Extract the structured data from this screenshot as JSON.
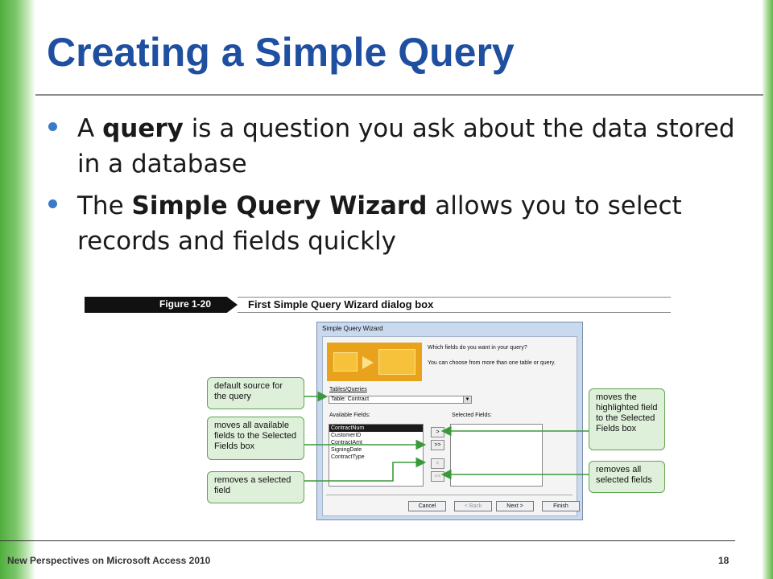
{
  "slide": {
    "title": "Creating a Simple Query",
    "bullets": [
      {
        "pre": "A ",
        "bold": "query",
        "post": " is a question you ask about the data stored in a database"
      },
      {
        "pre": "The ",
        "bold": "Simple Query Wizard",
        "post": " allows you to select records and fields quickly"
      }
    ]
  },
  "figure": {
    "number": "Figure 1-20",
    "title": "First Simple Query Wizard dialog box"
  },
  "dialog": {
    "title": "Simple Query Wizard",
    "question": "Which fields do you want in your query?",
    "hint": "You can choose from more than one table or query.",
    "tables_label": "Tables/Queries",
    "table_value": "Table: Contract",
    "available_label": "Available Fields:",
    "selected_label": "Selected Fields:",
    "available_fields": [
      "ContractNum",
      "CustomerID",
      "ContractAmt",
      "SigningDate",
      "ContractType"
    ],
    "move_buttons": {
      "one": ">",
      "all": ">>",
      "back_one": "<",
      "back_all": "<<"
    },
    "buttons": {
      "cancel": "Cancel",
      "back": "< Back",
      "next": "Next >",
      "finish": "Finish"
    }
  },
  "callouts": {
    "default_source": "default source for the query",
    "moves_all": "moves all available fields to the Selected Fields box",
    "removes_one": "removes a selected field",
    "moves_highlighted": "moves the highlighted field to the Selected Fields box",
    "removes_all": "removes all selected fields"
  },
  "footer": {
    "left": "New Perspectives on Microsoft Access 2010",
    "page": "18"
  },
  "colors": {
    "title": "#1f4fa0",
    "bullet": "#3a7ac8",
    "callout_fill": "#dff0da",
    "callout_border": "#5fa34f",
    "arrow": "#3a9a3a"
  }
}
